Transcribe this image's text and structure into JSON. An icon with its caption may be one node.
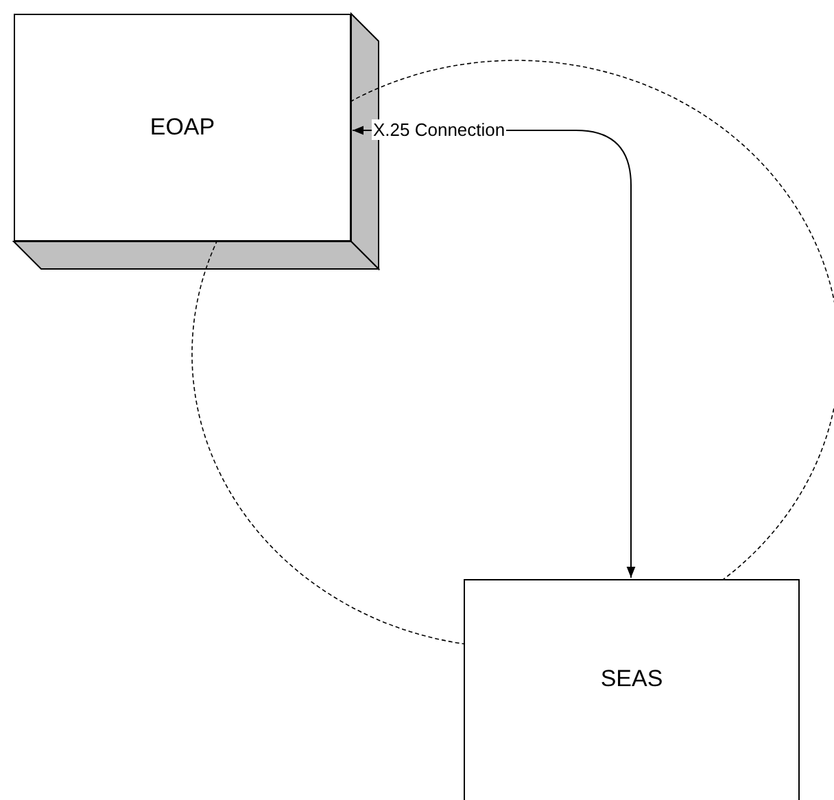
{
  "diagram": {
    "nodes": [
      {
        "text": [
          "EOAP"
        ]
      },
      {
        "text": [
          "SEAS"
        ]
      }
    ],
    "edges": [
      {
        "from": 0,
        "to": 1,
        "arrow": "both",
        "label": "X.25 Connection"
      }
    ]
  }
}
